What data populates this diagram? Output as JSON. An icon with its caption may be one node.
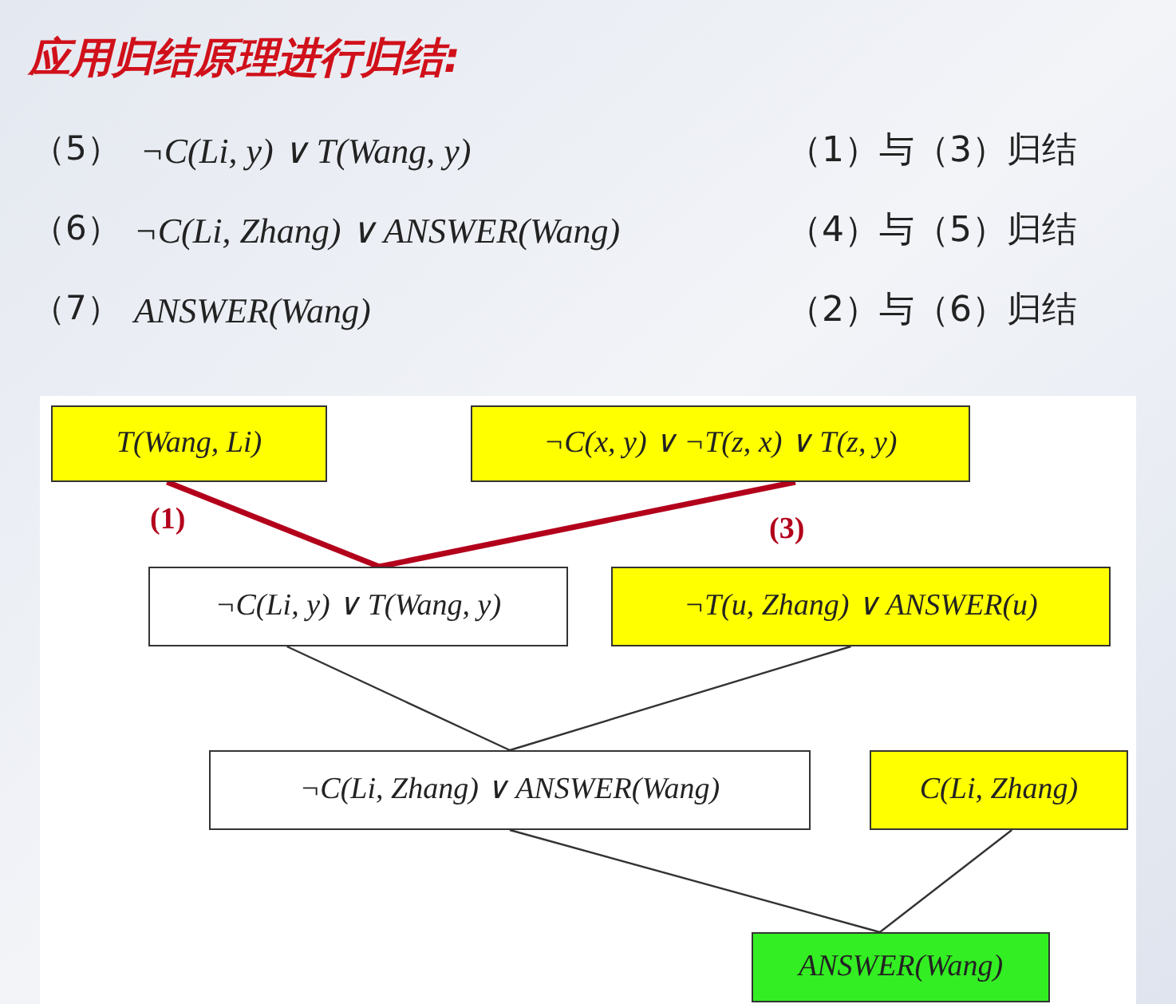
{
  "diagram": {
    "title": "应用归结原理进行归结:",
    "nodes": [
      {
        "text": [
          "T(Wang, Li)"
        ]
      },
      {
        "text": [
          "¬C(x, y) ∨ ¬T(z, x) ∨ T(z, y)"
        ]
      },
      {
        "text": [
          "¬C(Li, y) ∨ T(Wang, y)"
        ]
      },
      {
        "text": [
          "¬T(u, Zhang) ∨ ANSWER(u)"
        ]
      },
      {
        "text": [
          "¬C(Li, Zhang) ∨ ANSWER(Wang)"
        ]
      },
      {
        "text": [
          "C(Li, Zhang)"
        ]
      },
      {
        "text": [
          "ANSWER(Wang)"
        ]
      }
    ],
    "edges": [
      {
        "from": 0,
        "to": 2,
        "arrow": "none",
        "style": "thick",
        "color": "#b3001b"
      },
      {
        "from": 1,
        "to": 2,
        "arrow": "none",
        "style": "thick",
        "color": "#b3001b"
      },
      {
        "from": 2,
        "to": 4,
        "arrow": "none"
      },
      {
        "from": 3,
        "to": 4,
        "arrow": "none"
      },
      {
        "from": 4,
        "to": 6,
        "arrow": "none"
      },
      {
        "from": 5,
        "to": 6,
        "arrow": "none"
      }
    ],
    "labels": [
      "（5）",
      "¬C(Li, y) ∨ T(Wang, y)",
      "（1）与（3）归结",
      "（6）",
      "¬C(Li, Zhang) ∨ ANSWER(Wang)",
      "（4）与（5）归结",
      "（7）",
      "ANSWER(Wang)",
      "（2）与（6）归结",
      "(1)",
      "(3)"
    ]
  }
}
